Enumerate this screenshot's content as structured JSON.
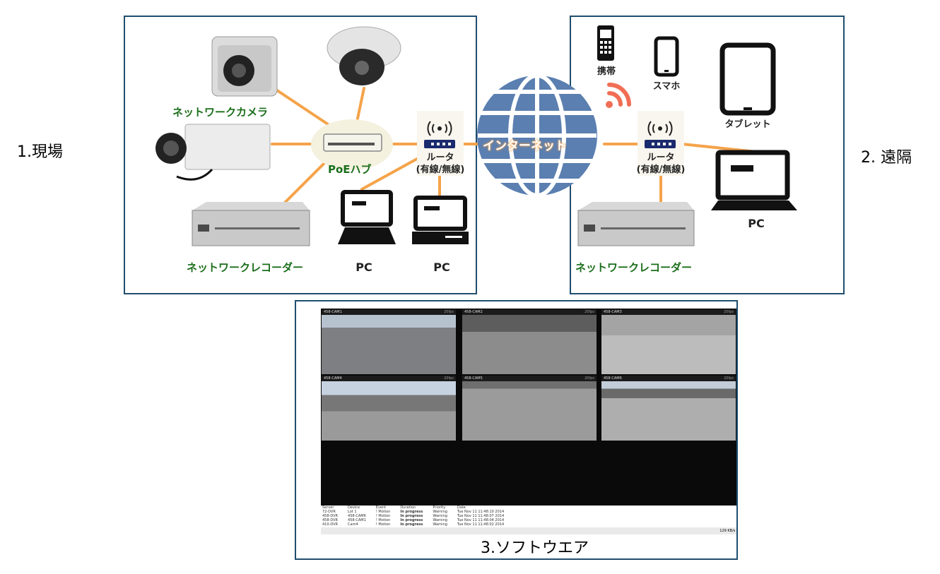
{
  "labels": {
    "site": "1.現場",
    "remote": "2. 遠隔",
    "software": "3.ソフトウエア"
  },
  "site_panel": {
    "network_camera": "ネットワークカメラ",
    "poe_hub": "PoEハブ",
    "router": "ルータ",
    "router_type": "(有線/無線)",
    "network_recorder": "ネットワークレコーダー",
    "pc_laptop": "PC",
    "pc_desktop": "PC"
  },
  "internet": {
    "label": "インターネット"
  },
  "remote_panel": {
    "feature_phone": "携帯",
    "smartphone": "スマホ",
    "tablet": "タブレット",
    "router": "ルータ",
    "router_type": "(有線/無線)",
    "pc": "PC",
    "network_recorder": "ネットワークレコーダー"
  },
  "vms": {
    "tiles": [
      {
        "name": "458-CAM1",
        "tag": "20fps"
      },
      {
        "name": "458-CAM2",
        "tag": "20fps"
      },
      {
        "name": "458-CAM3",
        "tag": "20fps"
      },
      {
        "name": "458-CAM4",
        "tag": "20fps"
      },
      {
        "name": "458-CAM5",
        "tag": "20fps"
      },
      {
        "name": "458-CAM6",
        "tag": "20fps"
      }
    ],
    "log_headers": [
      "Server",
      "Device",
      "Event",
      "Duration",
      "Priority",
      "Date"
    ],
    "log_rows": [
      [
        "72-DVR",
        "Lot 1",
        "! Motion",
        "In progress",
        "Warning",
        "Tue Nov 11 11:48:10 2014"
      ],
      [
        "458-DVR",
        "458-CAM6",
        "! Motion",
        "In progress",
        "Warning",
        "Tue Nov 11 11:48:07 2014"
      ],
      [
        "458-DVR",
        "458-CAM1",
        "! Motion",
        "In progress",
        "Warning",
        "Tue Nov 11 11:48:04 2014"
      ],
      [
        "410-DVR",
        "Cam4",
        "! Motion",
        "In progress",
        "Warning",
        "Tue Nov 11 11:48:02 2014"
      ]
    ],
    "status": "129 KB/s"
  },
  "colors": {
    "panel_border": "#1f4e6e",
    "connector": "#f5a34a",
    "label_green": "#1a6e1a",
    "globe_blue": "#5b7fb0",
    "wifi_red": "#f06e55"
  }
}
